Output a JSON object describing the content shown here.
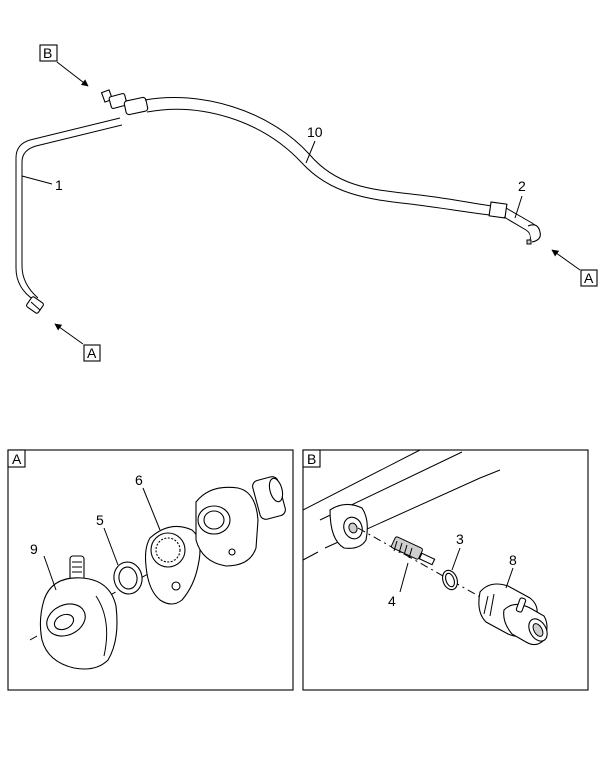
{
  "callouts": {
    "p1": "1",
    "p2": "2",
    "p3": "3",
    "p4": "4",
    "p5": "5",
    "p6": "6",
    "p8": "8",
    "p9": "9",
    "p10": "10"
  },
  "view_refs": {
    "b_top": "B",
    "a_left": "A",
    "a_right": "A"
  },
  "detail_labels": {
    "a": "A",
    "b": "B"
  }
}
